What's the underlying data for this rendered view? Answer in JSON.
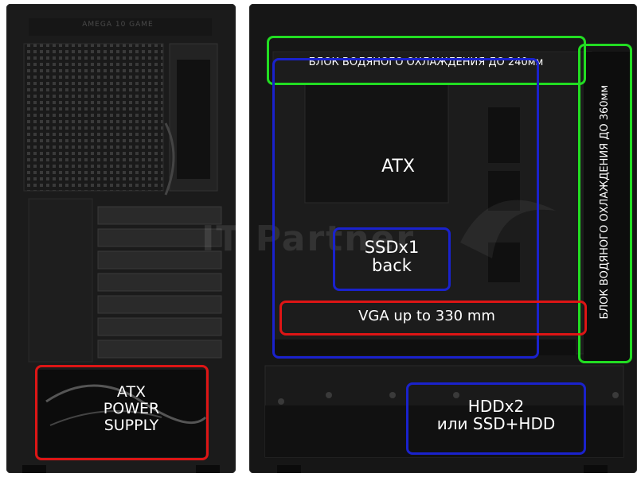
{
  "back_panel": {
    "top_engraving": "AMEGA 10 GAME",
    "psu_label": "ATX\nPOWER\nSUPPLY"
  },
  "side_panel": {
    "radiator_top_label": "БЛОК ВОДЯНОГО ОХЛАЖДЕНИЯ ДО 240мм",
    "radiator_front_label": "БЛОК ВОДЯНОГО ОХЛАЖДЕНИЯ ДО 360мм",
    "motherboard_label": "ATX",
    "ssd_label": "SSDx1\nback",
    "gpu_label": "VGA up to 330 mm",
    "hdd_label": "HDDx2\nили SSD+HDD",
    "watermark": "IT Partner"
  },
  "colors": {
    "green": "#22dd22",
    "blue": "#1a22cc",
    "red": "#dd1515",
    "case": "#141414"
  }
}
